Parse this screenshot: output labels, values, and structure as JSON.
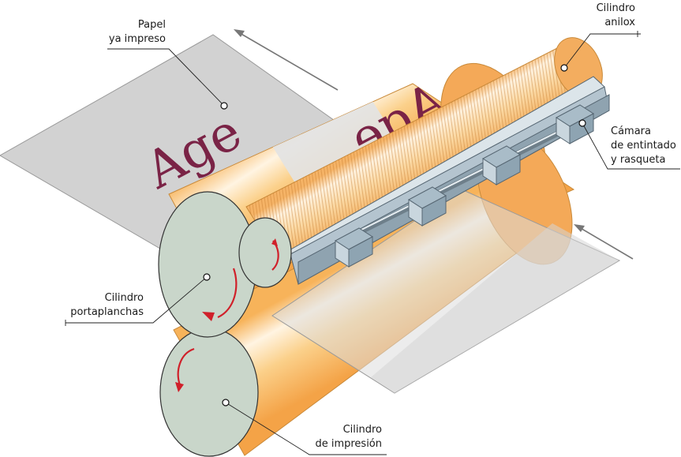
{
  "labels": {
    "printed_paper": [
      "Papel",
      "ya impreso"
    ],
    "anilox": [
      "Cilindro",
      "anilox"
    ],
    "chamber": [
      "Cámara",
      "de entintado",
      "y rasqueta"
    ],
    "plate_cylinder": [
      "Cilindro",
      "portaplanchas"
    ],
    "impression_cylinder": [
      "Cilindro",
      "de impresión"
    ]
  },
  "printed_text": {
    "word": "Age",
    "mirrored_word": "Age"
  },
  "colors": {
    "paper": "#d2d2d2",
    "cylinder_orange": "#f7b35a",
    "cylinder_highlight": "#fff4e2",
    "end_cap": "#c9d6ca",
    "doctor_chamber": "#b4c4cf",
    "ink_text": "#7a2346",
    "rotation_arrow": "#d0202a"
  }
}
